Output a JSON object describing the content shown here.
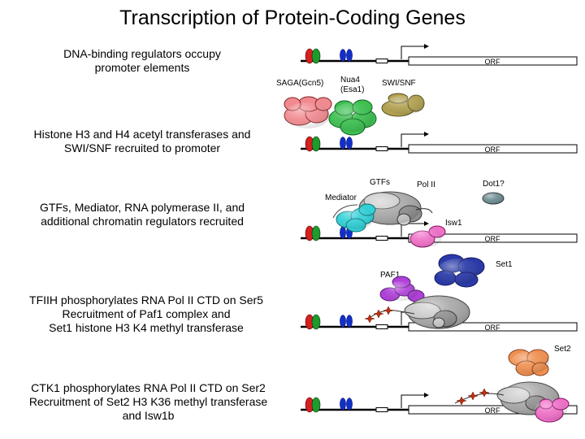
{
  "title": "Transcription of Protein-Coding Genes",
  "steps": [
    {
      "line1": "DNA-binding regulators occupy",
      "line2": "promoter elements"
    },
    {
      "line1": "Histone H3 and H4 acetyl transferases and",
      "line2": "SWI/SNF recruited to promoter"
    },
    {
      "line1": "GTFs, Mediator, RNA polymerase II, and",
      "line2": "additional chromatin regulators recruited"
    },
    {
      "line1": "TFIIH phosphorylates RNA Pol II CTD on Ser5",
      "line2": "Recruitment of Paf1 complex and",
      "line3": "Set1 histone H3 K4 methyl transferase"
    },
    {
      "line1": "CTK1 phosphorylates RNA Pol II CTD on Ser2",
      "line2": "Recruitment of Set2 H3 K36 methyl transferase",
      "line3": "and Isw1b"
    }
  ],
  "gene": {
    "orf_label": "ORF"
  },
  "labels": {
    "saga": "SAGA(Gcn5)",
    "nua4_line1": "Nua4",
    "nua4_line2": "(Esa1)",
    "swisnf": "SWI/SNF",
    "gtfs": "GTFs",
    "pol2": "Pol II",
    "dot1": "Dot1?",
    "mediator": "Mediator",
    "isw1": "Isw1",
    "paf1": "PAF1",
    "set1": "Set1",
    "set2": "Set2"
  },
  "colors": {
    "regulator_red": "#d42020",
    "regulator_green": "#1f9a2e",
    "regulator_blue": "#1230c8",
    "saga": "#f08a90",
    "nua4": "#3cc050",
    "swisnf": "#b0a050",
    "mediator": "#30d0d8",
    "pol2": "#a8a8a8",
    "isw1": "#f070c8",
    "dot1": "#6a8a90",
    "paf1": "#b040d8",
    "set1": "#2a3aa8",
    "set2": "#f09050",
    "phospho": "#c03010"
  }
}
